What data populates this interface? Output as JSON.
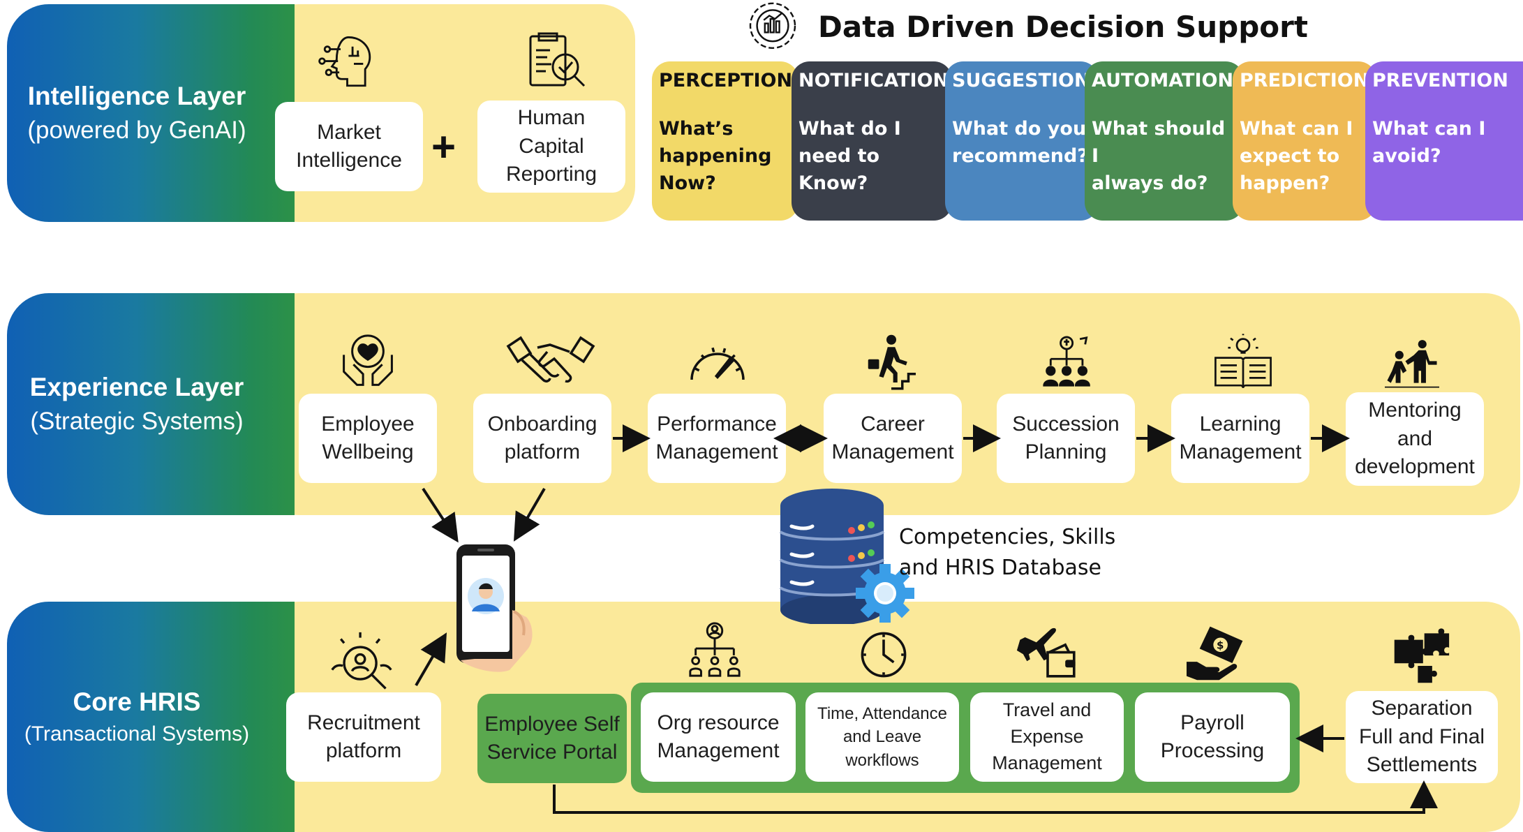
{
  "intelligence": {
    "label_title": "Intelligence Layer",
    "label_sub": "(powered by GenAI)",
    "cards": {
      "market": "Market\nIntelligence",
      "human_capital": "Human\nCapital\nReporting"
    },
    "plus": "+"
  },
  "decision_support": {
    "title": "Data Driven Decision Support",
    "items": [
      {
        "heading": "PERCEPTION",
        "question": "What’s\nhappening\nNow?",
        "color": "#f2d968",
        "text_color": "#111111"
      },
      {
        "heading": "NOTIFICATION",
        "question": "What do I\nneed to Know?",
        "color": "#3a3f4a",
        "text_color": "#ffffff"
      },
      {
        "heading": "SUGGESTION",
        "question": "What do you\nrecommend?",
        "color": "#4b86bf",
        "text_color": "#ffffff"
      },
      {
        "heading": "AUTOMATION",
        "question": "What should I\nalways do?",
        "color": "#4a8c51",
        "text_color": "#ffffff"
      },
      {
        "heading": "PREDICTION",
        "question": "What can I\nexpect to\nhappen?",
        "color": "#efba55",
        "text_color": "#ffffff"
      },
      {
        "heading": "PREVENTION",
        "question": "What can I\navoid?",
        "color": "#8f64e6",
        "text_color": "#ffffff"
      }
    ]
  },
  "experience": {
    "label_title": "Experience Layer",
    "label_sub": "(Strategic Systems)",
    "cards": {
      "wellbeing": "Employee\nWellbeing",
      "onboarding": "Onboarding\nplatform",
      "performance": "Performance\nManagement",
      "career": "Career\nManagement",
      "succession": "Succession\nPlanning",
      "learning": "Learning\nManagement",
      "mentoring": "Mentoring\nand\ndevelopment"
    }
  },
  "database": {
    "label": "Competencies, Skills\nand HRIS Database"
  },
  "core": {
    "label_title": "Core HRIS",
    "label_sub": "(Transactional Systems)",
    "cards": {
      "recruitment": "Recruitment\nplatform",
      "ess": "Employee Self\nService Portal",
      "org": "Org resource\nManagement",
      "time": "Time, Attendance\nand Leave\nworkflows",
      "travel": "Travel and\nExpense\nManagement",
      "payroll": "Payroll\nProcessing",
      "separation": "Separation\nFull and Final\nSettlements"
    }
  },
  "colors": {
    "panel_yellow": "#fbe99a",
    "green_group": "#5aa84e",
    "label_gradient_start": "#1060b4",
    "label_gradient_end": "#2c9148"
  }
}
